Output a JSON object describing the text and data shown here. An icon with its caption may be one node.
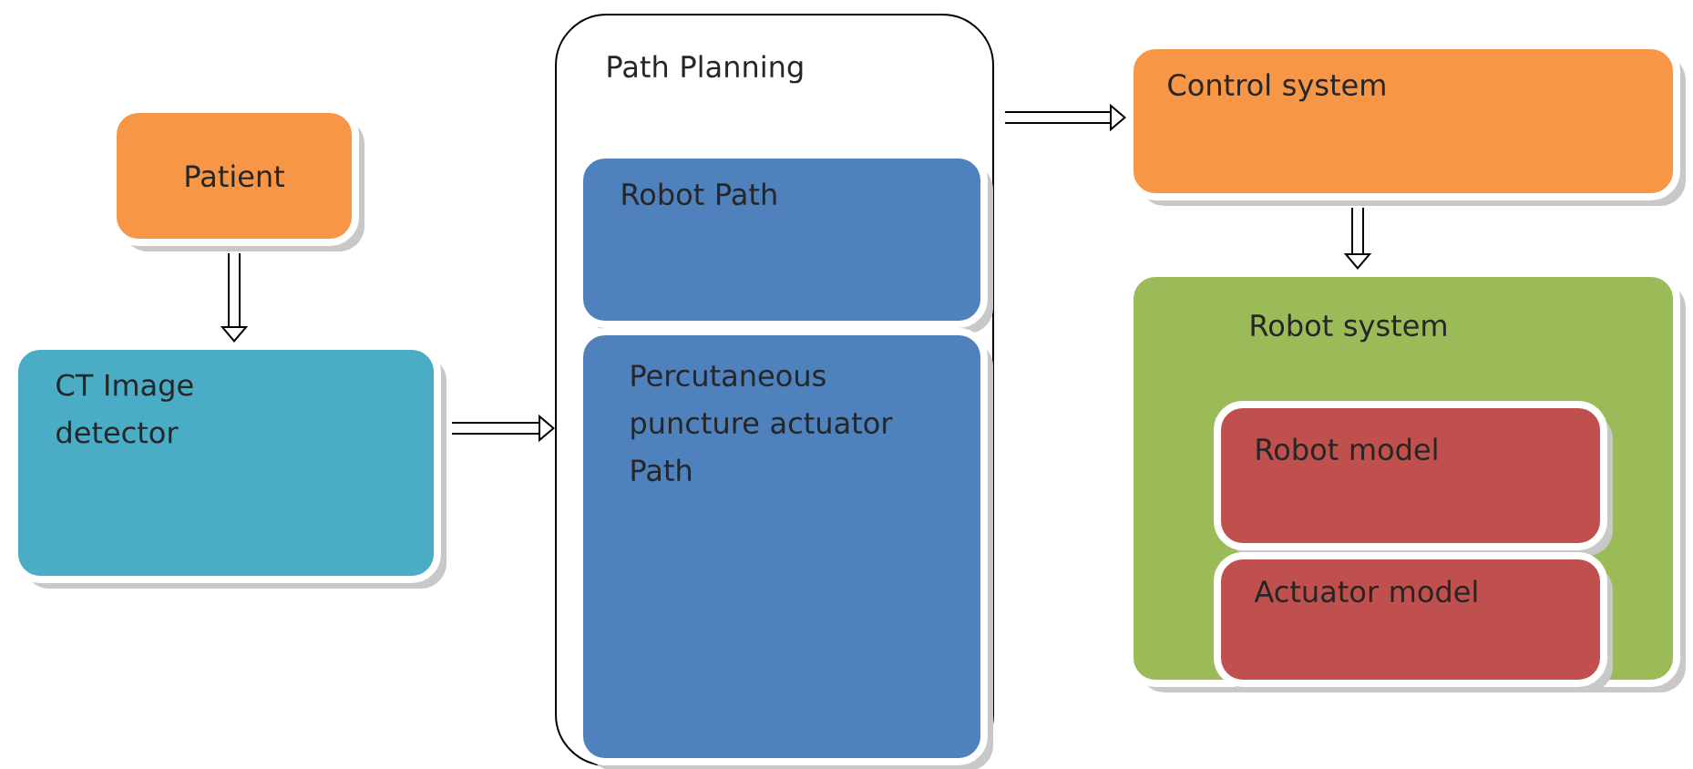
{
  "diagram": {
    "nodes": [
      {
        "text": [
          "Patient"
        ]
      },
      {
        "text": [
          "CT Image detector"
        ]
      },
      {
        "text": [
          "Path Planning"
        ]
      },
      {
        "text": [
          "Robot Path"
        ],
        "in": 2
      },
      {
        "text": [
          "Percutaneous puncture actuator Path"
        ],
        "in": 2
      },
      {
        "text": [
          "Control system"
        ]
      },
      {
        "text": [
          "Robot system"
        ]
      },
      {
        "text": [
          "Robot model"
        ],
        "in": 6
      },
      {
        "text": [
          "Actuator model"
        ],
        "in": 6
      }
    ],
    "edges": [
      {
        "from": 0,
        "to": 1,
        "arrow": "to"
      },
      {
        "from": 1,
        "to": 2,
        "arrow": "to"
      },
      {
        "from": 2,
        "to": 5,
        "arrow": "to"
      },
      {
        "from": 5,
        "to": 6,
        "arrow": "to"
      }
    ]
  }
}
